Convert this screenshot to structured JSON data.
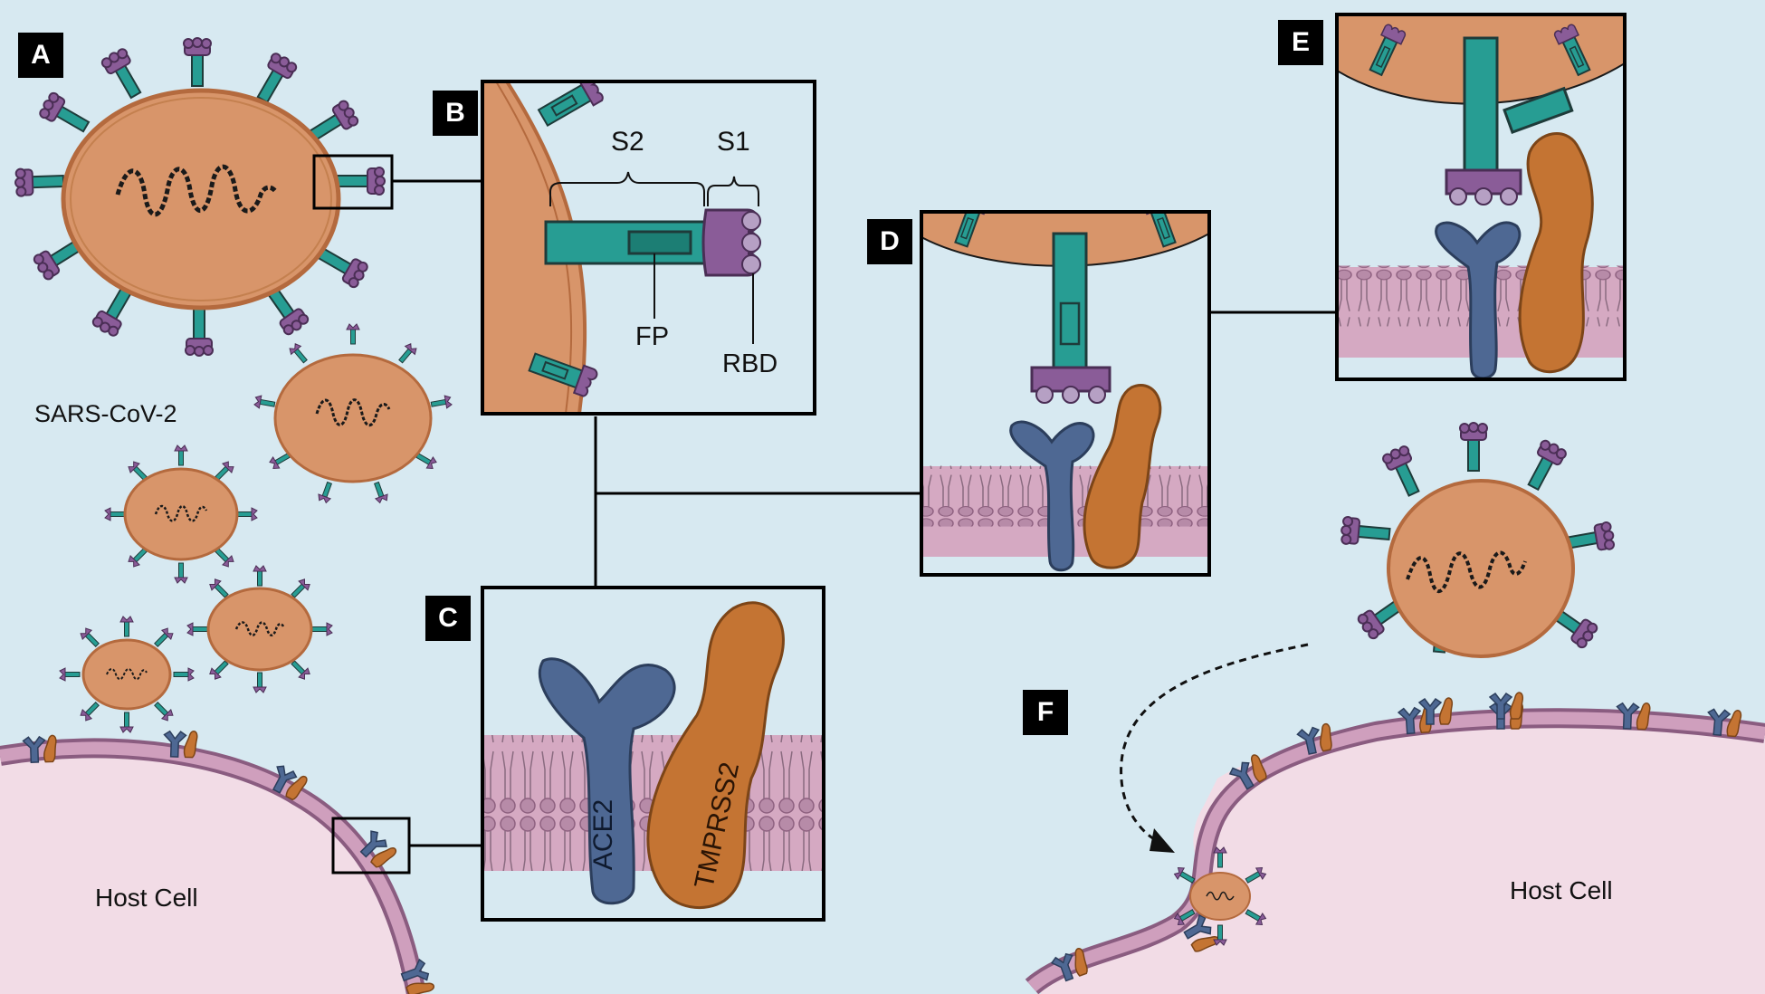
{
  "panels": {
    "a": "A",
    "b": "B",
    "c": "C",
    "d": "D",
    "e": "E",
    "f": "F"
  },
  "labels": {
    "virus": "SARS-CoV-2",
    "host_cell_left": "Host Cell",
    "host_cell_right": "Host Cell",
    "s2": "S2",
    "s1": "S1",
    "fp": "FP",
    "rbd": "RBD",
    "ace2": "ACE2",
    "tmprss2": "TMPRSS2"
  },
  "colors": {
    "background": "#d7e9f1",
    "virion": "#d8956a",
    "virion_edge": "#b46a3e",
    "spike_stalk": "#279d93",
    "spike_head": "#8a5c98",
    "ace2": "#4e6893",
    "tmprss2": "#c47433",
    "membrane": "#d5a9c2",
    "host_cytoplasm": "#f2dce6"
  }
}
